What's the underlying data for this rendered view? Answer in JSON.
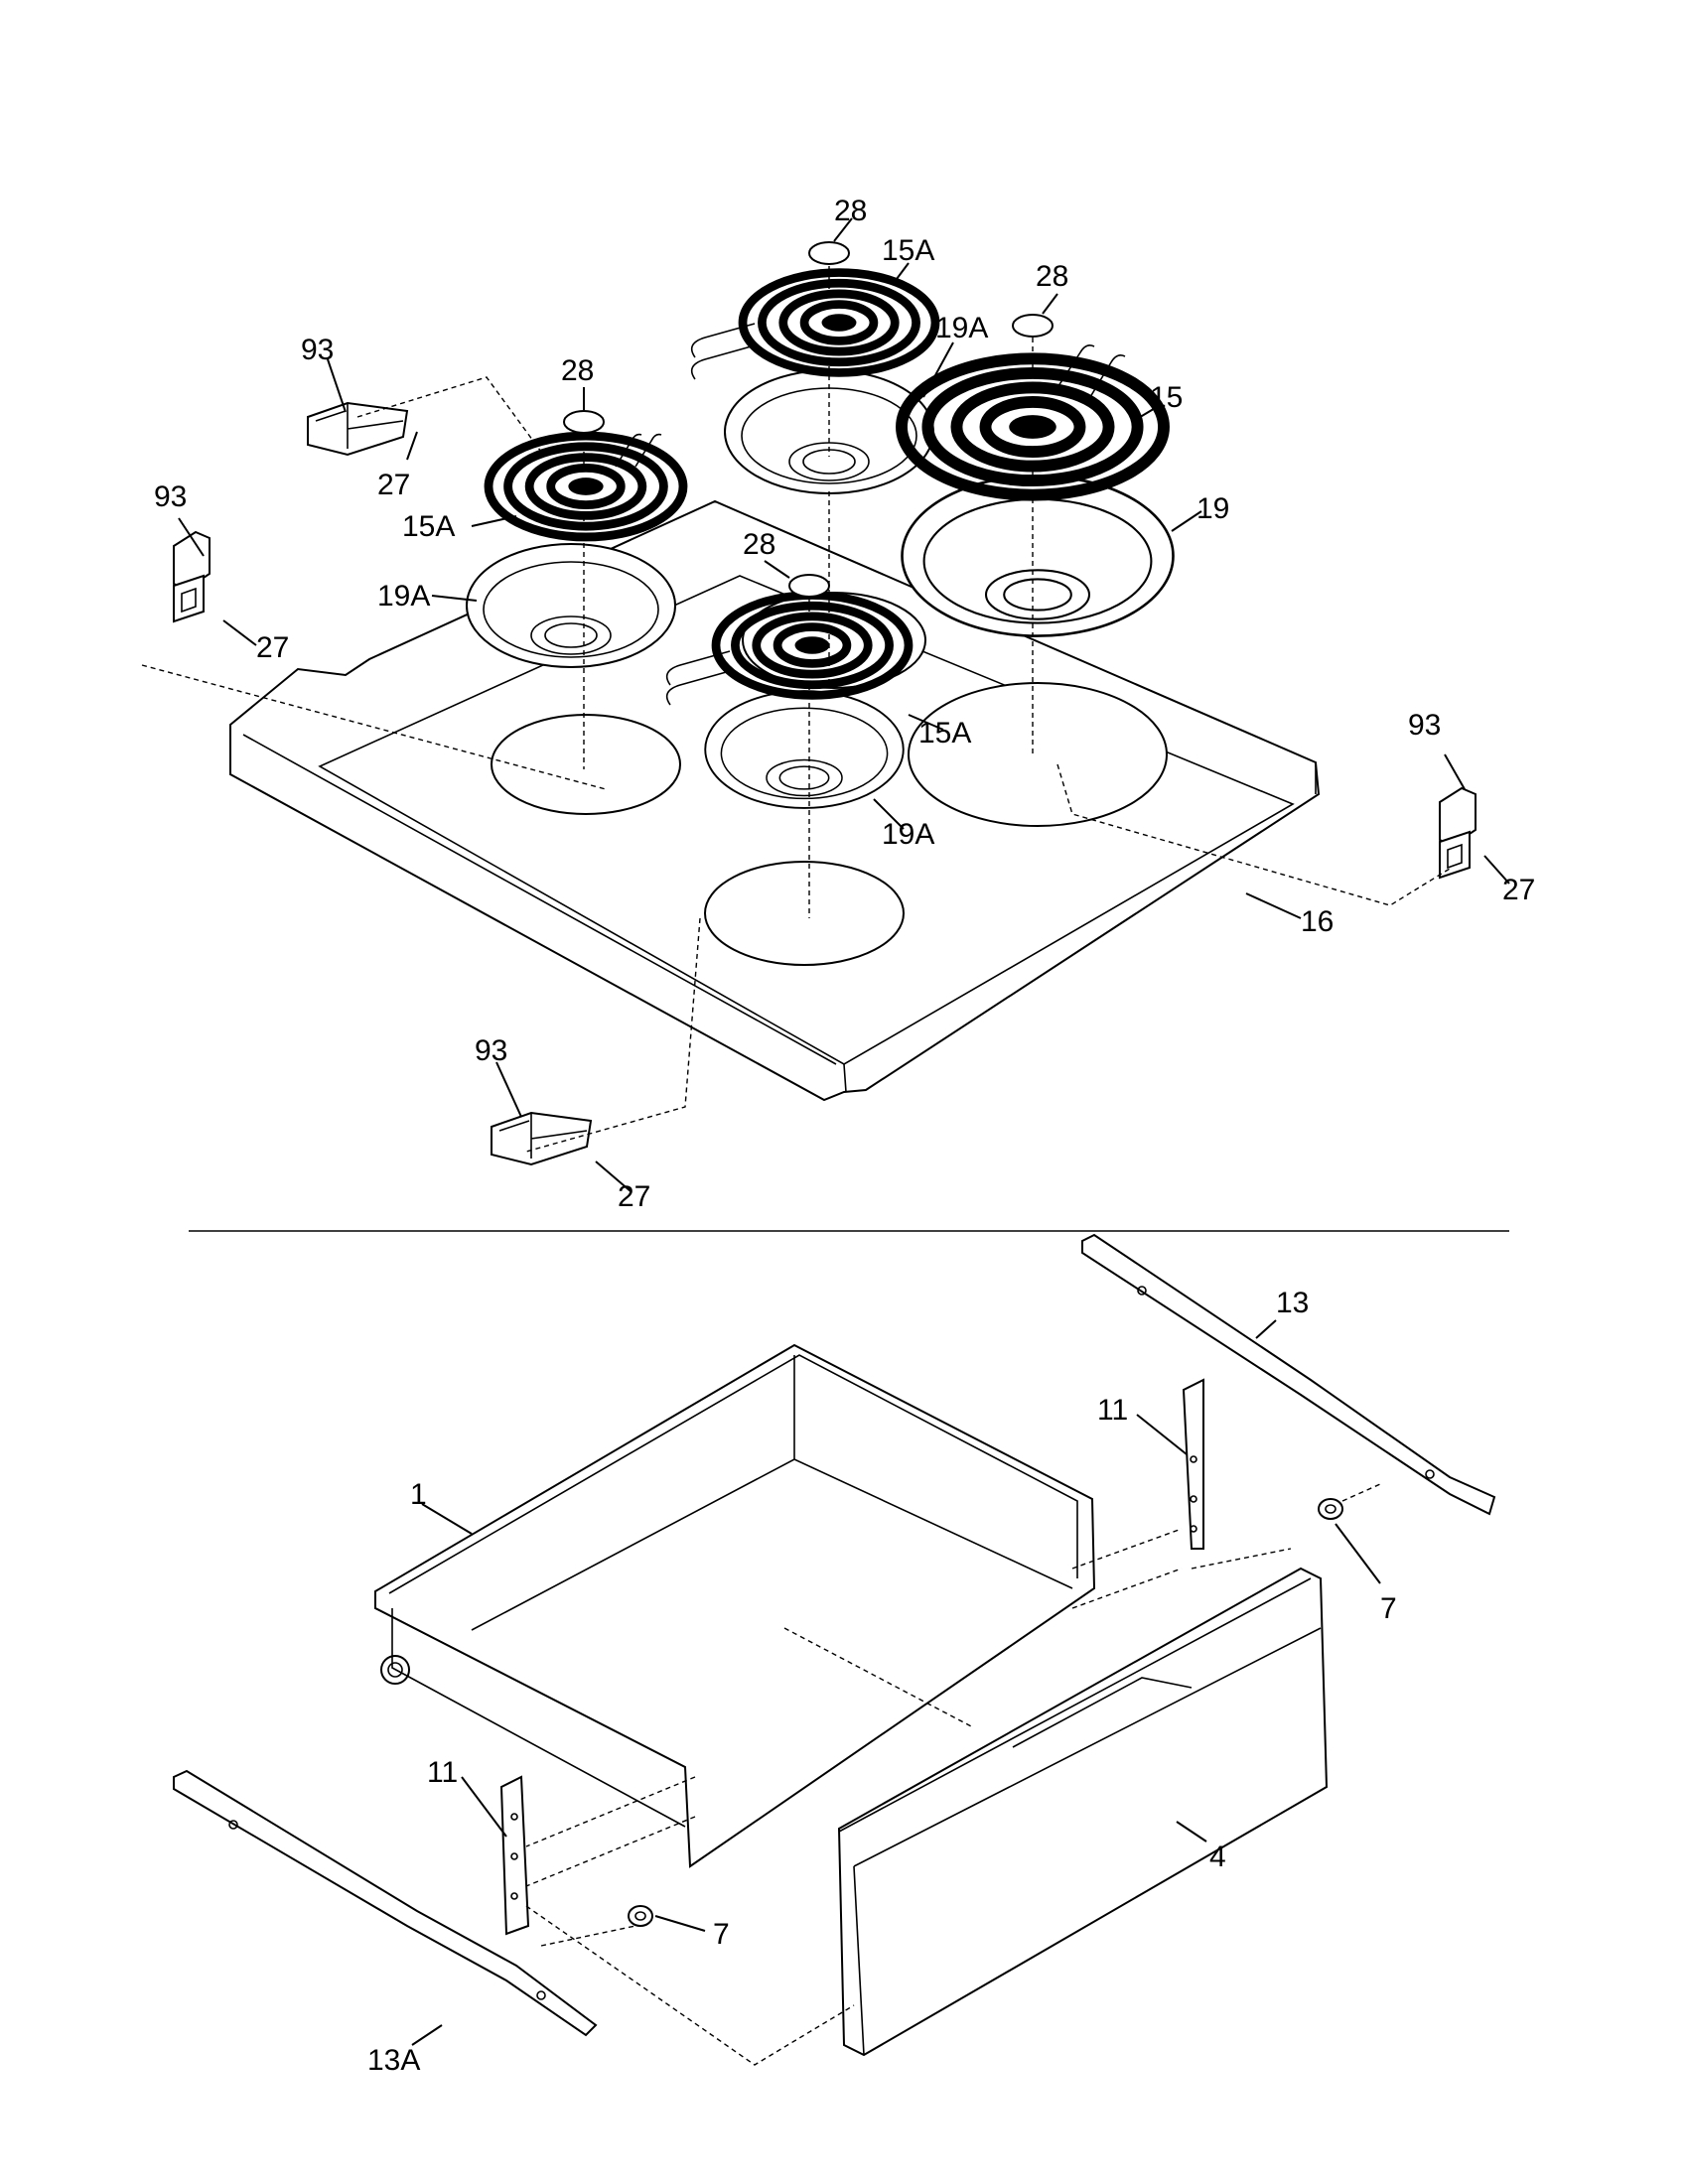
{
  "callouts": {
    "p28_a": "28",
    "p15a_top": "15A",
    "p28_b": "28",
    "p19a_top": "19A",
    "p93_tl": "93",
    "p28_c": "28",
    "p15_right": "15",
    "p27_tl": "27",
    "p15a_left": "15A",
    "p19_right": "19",
    "p93_l": "93",
    "p28_d": "28",
    "p19a_left": "19A",
    "p27_l": "27",
    "p15a_mid": "15A",
    "p93_r": "93",
    "p19a_mid": "19A",
    "p27_r": "27",
    "p16": "16",
    "p93_b": "93",
    "p27_b": "27",
    "p13": "13",
    "p11_r": "11",
    "p1": "1",
    "p7_r": "7",
    "p11_l": "11",
    "p4": "4",
    "p7_l": "7",
    "p13a": "13A"
  }
}
